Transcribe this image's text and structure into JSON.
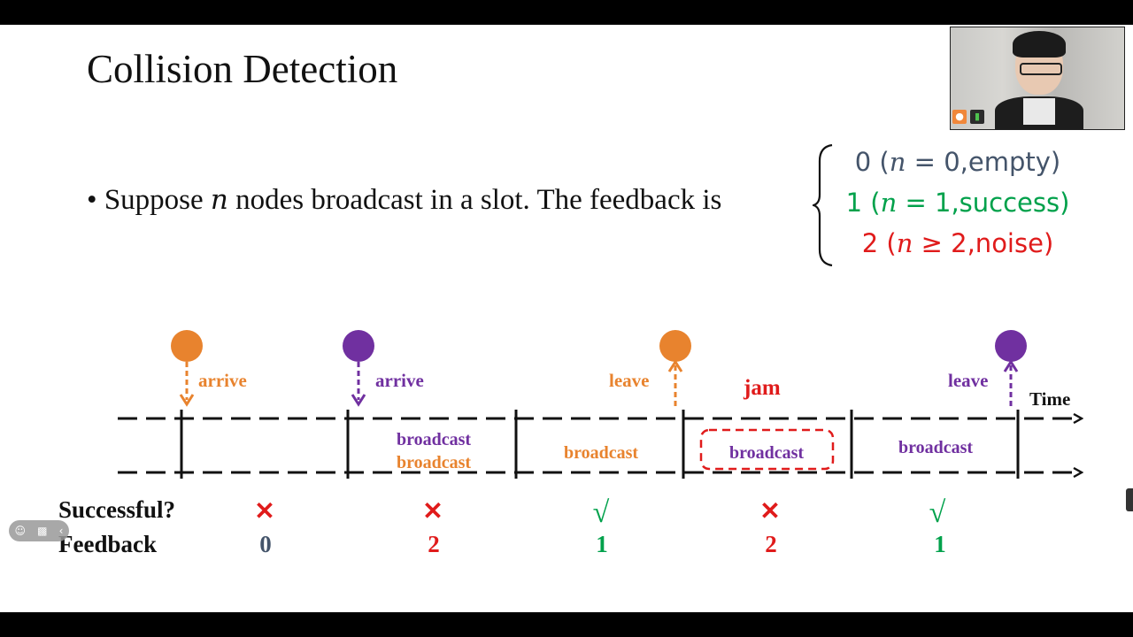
{
  "slide": {
    "title": "Collision Detection",
    "bullet": {
      "marker": "•",
      "text_before": "Suppose ",
      "variable": "n",
      "text_after": " nodes broadcast in a slot. The feedback is"
    },
    "cases": [
      {
        "value": "0",
        "open": " (",
        "var": "n",
        "relation": " = 0,empty)",
        "color": "#44546a"
      },
      {
        "value": "1",
        "open": " (",
        "var": "n",
        "relation": " = 1,success)",
        "color": "#00a14b"
      },
      {
        "value": "2",
        "open": " (",
        "var": "n",
        "relation": " ≥ 2,noise)",
        "color": "#e01b1b"
      }
    ]
  },
  "diagram": {
    "time_label": "Time",
    "jam_label": "jam",
    "row_labels": {
      "successful": "Successful?",
      "feedback": "Feedback"
    },
    "colors": {
      "orange": "#e8832e",
      "purple": "#7030a0",
      "red": "#e01b1b",
      "green": "#00a14b",
      "gray": "#44546a"
    },
    "events": [
      {
        "label": "arrive",
        "node": "orange",
        "direction": "down"
      },
      {
        "label": "arrive",
        "node": "purple",
        "direction": "down"
      },
      {
        "label": "leave",
        "node": "orange",
        "direction": "up"
      },
      {
        "label": "leave",
        "node": "purple",
        "direction": "up"
      }
    ],
    "slots": [
      {
        "broadcasts": [],
        "success": "✕",
        "success_color": "red",
        "feedback": "0",
        "feedback_color": "gray"
      },
      {
        "broadcasts": [
          {
            "text": "broadcast",
            "color": "purple"
          },
          {
            "text": "broadcast",
            "color": "orange"
          }
        ],
        "success": "✕",
        "success_color": "red",
        "feedback": "2",
        "feedback_color": "red"
      },
      {
        "broadcasts": [
          {
            "text": "broadcast",
            "color": "orange"
          }
        ],
        "success": "√",
        "success_color": "green",
        "feedback": "1",
        "feedback_color": "green"
      },
      {
        "broadcasts": [
          {
            "text": "broadcast",
            "color": "purple"
          }
        ],
        "jammed": true,
        "success": "✕",
        "success_color": "red",
        "feedback": "2",
        "feedback_color": "red"
      },
      {
        "broadcasts": [
          {
            "text": "broadcast",
            "color": "purple"
          }
        ],
        "success": "√",
        "success_color": "green",
        "feedback": "1",
        "feedback_color": "green"
      }
    ]
  },
  "overlay": {
    "webcam_icons": [
      "user-icon",
      "mic-icon"
    ],
    "pill_icons": [
      "emoji-icon",
      "chat-icon",
      "chevron-left-icon"
    ]
  }
}
